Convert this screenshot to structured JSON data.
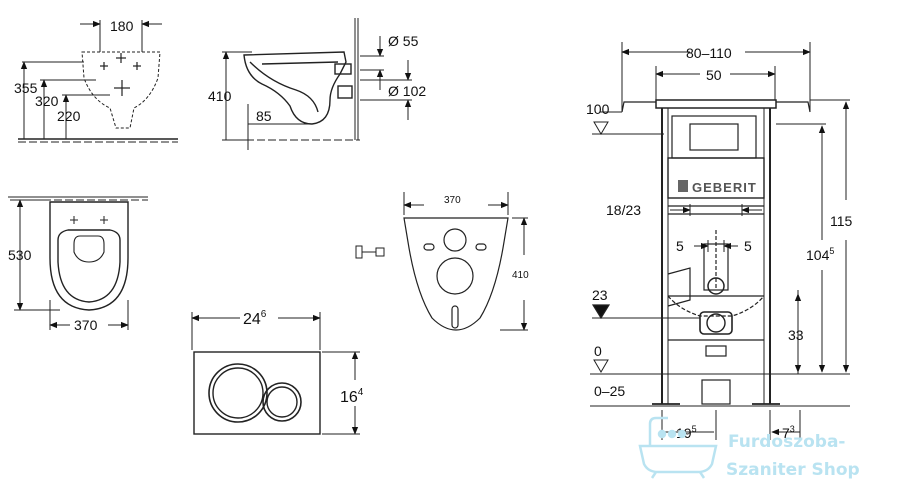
{
  "toilet_top": {
    "width": "180",
    "h_total": "355",
    "h_mid": "320",
    "h_low": "220"
  },
  "toilet_side": {
    "height": "410",
    "depth": "85",
    "dia_small": "Ø 55",
    "dia_large": "Ø 102"
  },
  "toilet_plan": {
    "length": "530",
    "width": "370"
  },
  "template": {
    "width": "370",
    "height": "410"
  },
  "flush_plate": {
    "width": "24",
    "width_sup": "6",
    "height": "16",
    "height_sup": "4"
  },
  "frame": {
    "width_range": "80–110",
    "width_inner": "50",
    "level_top": "100",
    "total_height": "115",
    "height_main": "104",
    "height_main_sup": "5",
    "bolt_spacing": "18/23",
    "offset_left": "5",
    "offset_right": "5",
    "level_outlet": "23",
    "outlet_height": "33",
    "level_floor": "0",
    "floor_range": "0–25",
    "bottom_left": "19",
    "bottom_left_sup": "5",
    "bottom_right": "7",
    "bottom_right_sup": "3",
    "brand": "GEBERIT"
  },
  "watermark": {
    "line1": "Furdoszoba-",
    "line2": "Szaniter Shop"
  }
}
